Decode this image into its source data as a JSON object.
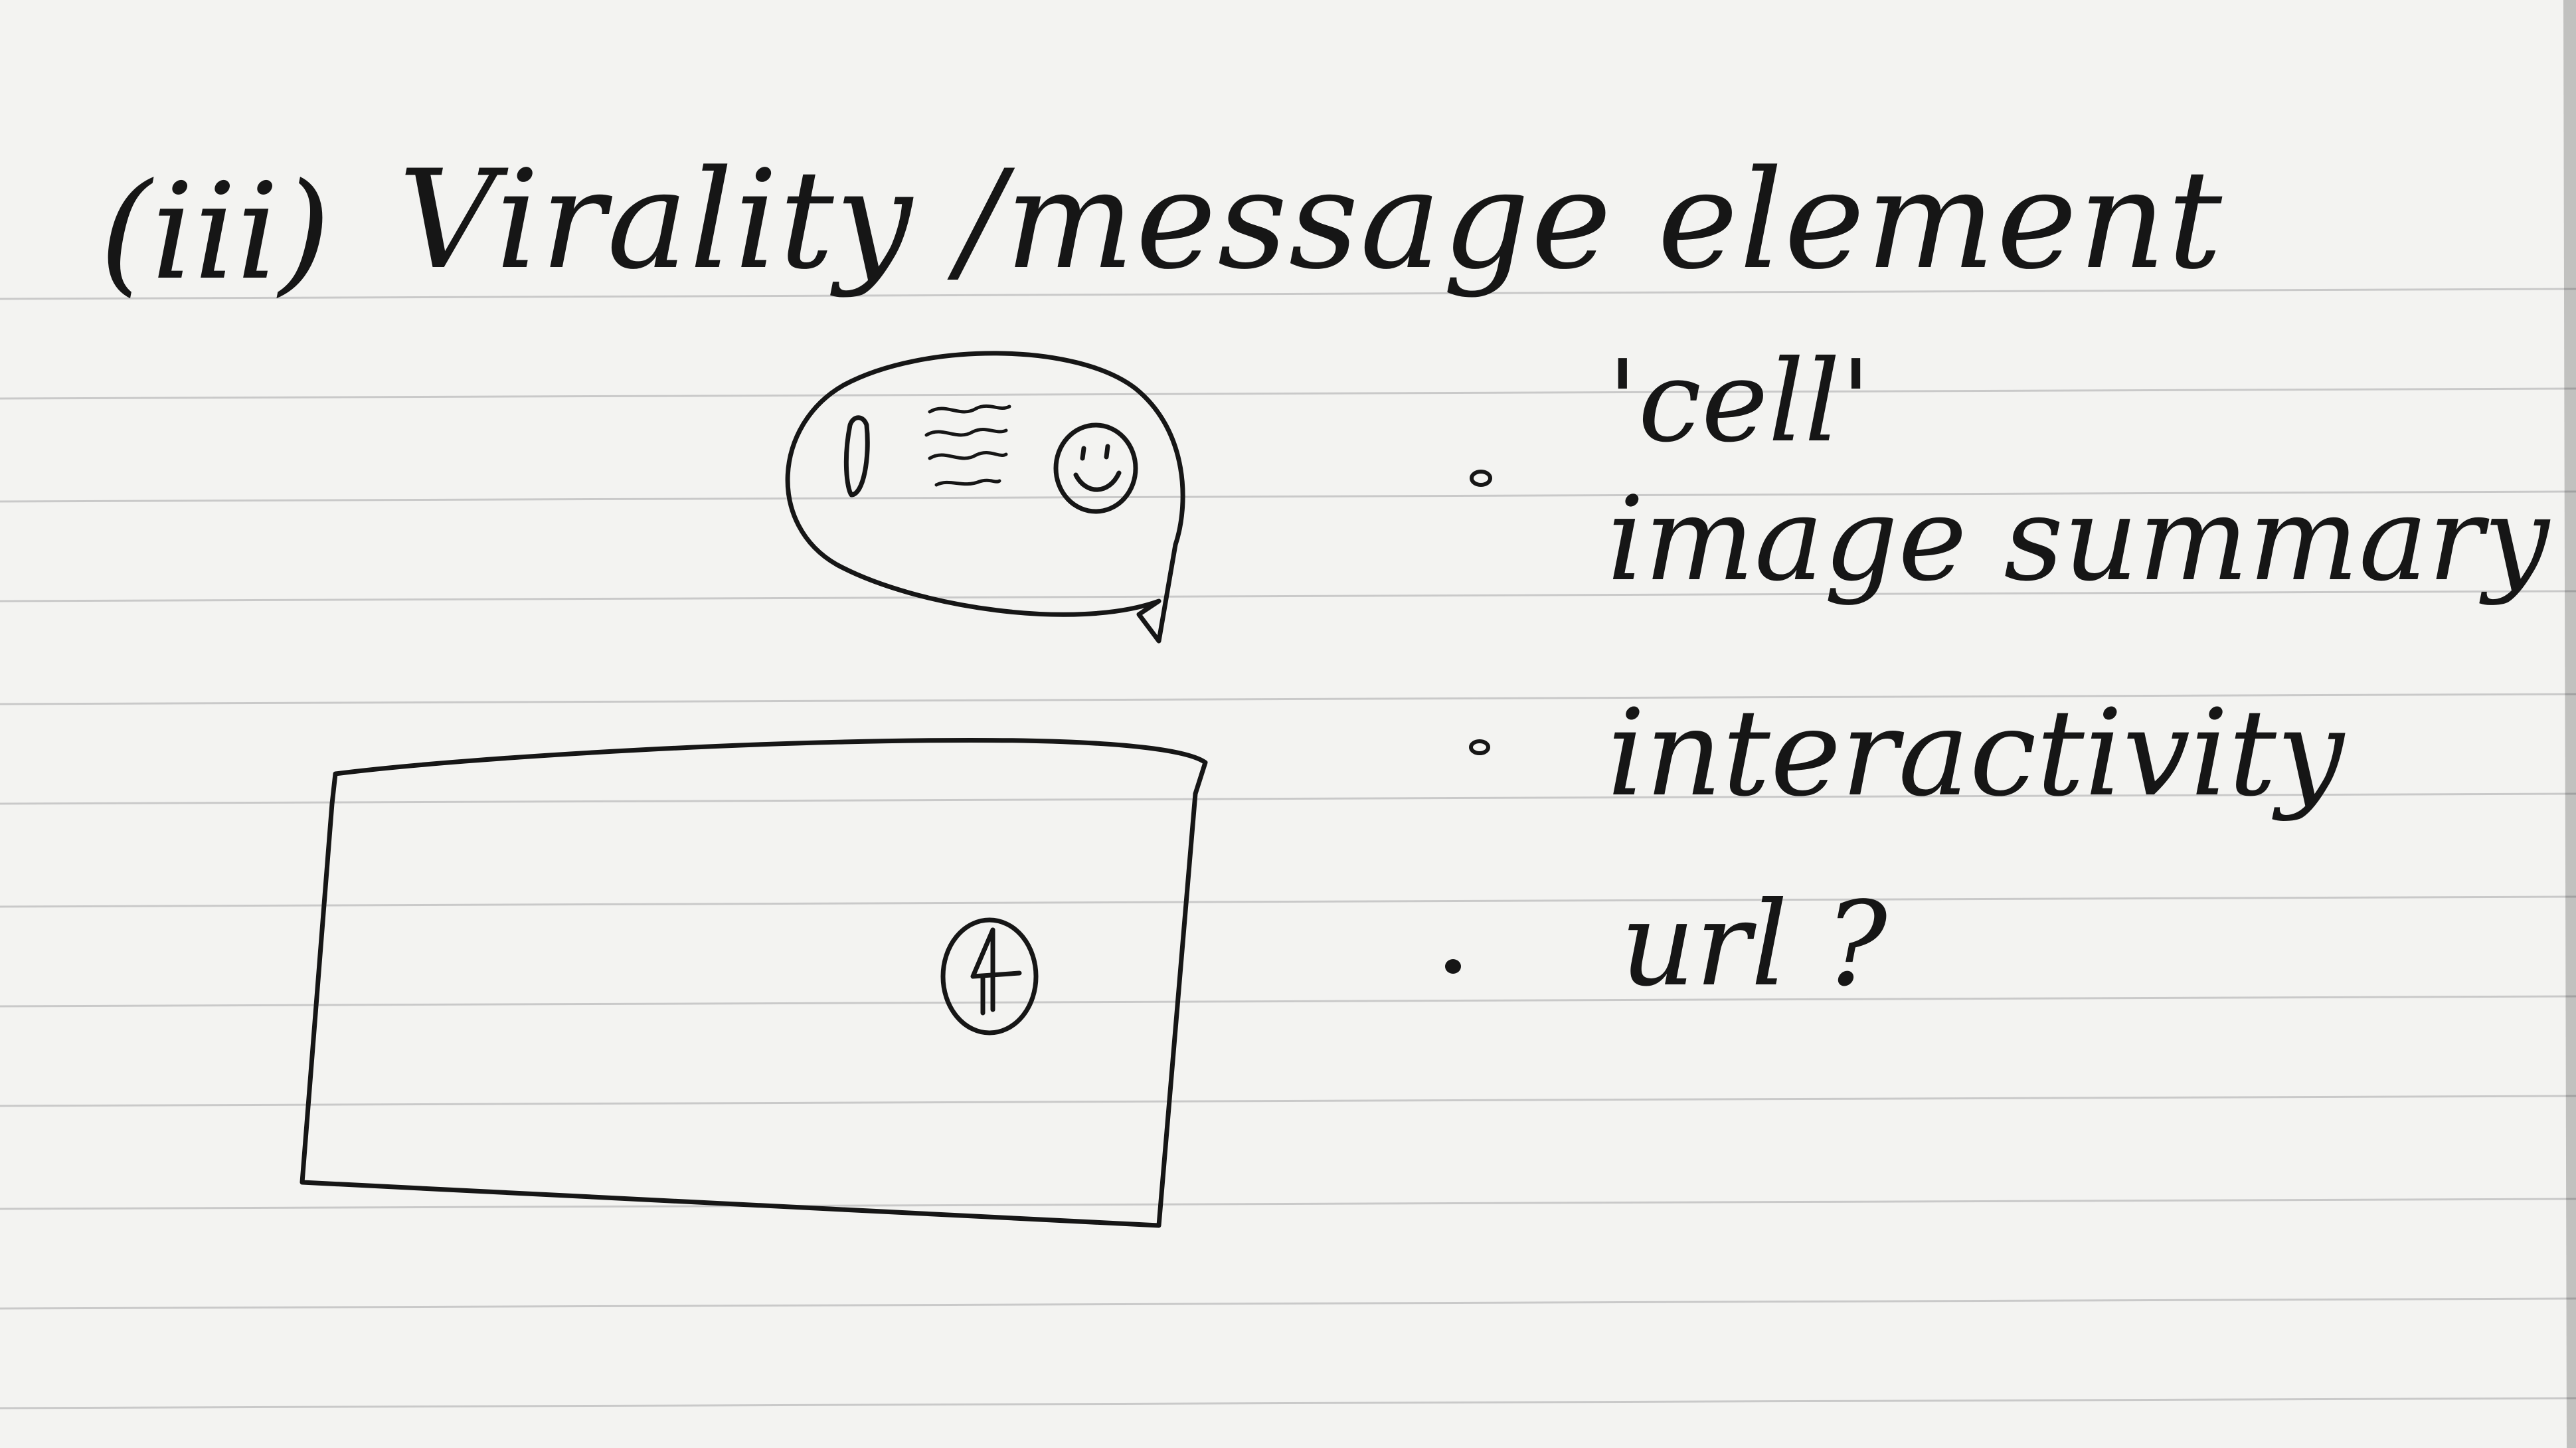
{
  "heading": {
    "number": "(iii)",
    "title": "Virality /message element"
  },
  "notes": [
    {
      "lines": [
        "'cell'",
        "image summary"
      ],
      "bullet": "hollow"
    },
    {
      "lines": [
        "interactivity"
      ],
      "bullet": "hollow"
    },
    {
      "lines": [
        "url ?"
      ],
      "bullet": "filled"
    }
  ],
  "sketches": {
    "speech_bubble_icons": [
      "phone-icon",
      "text-lines-icon",
      "smiley-face-icon"
    ],
    "frame_icon": "pin-in-circle-icon"
  },
  "colors": {
    "paper": "#f3f3f1",
    "rule_line": "#c9c9c9",
    "ink": "#161616"
  }
}
